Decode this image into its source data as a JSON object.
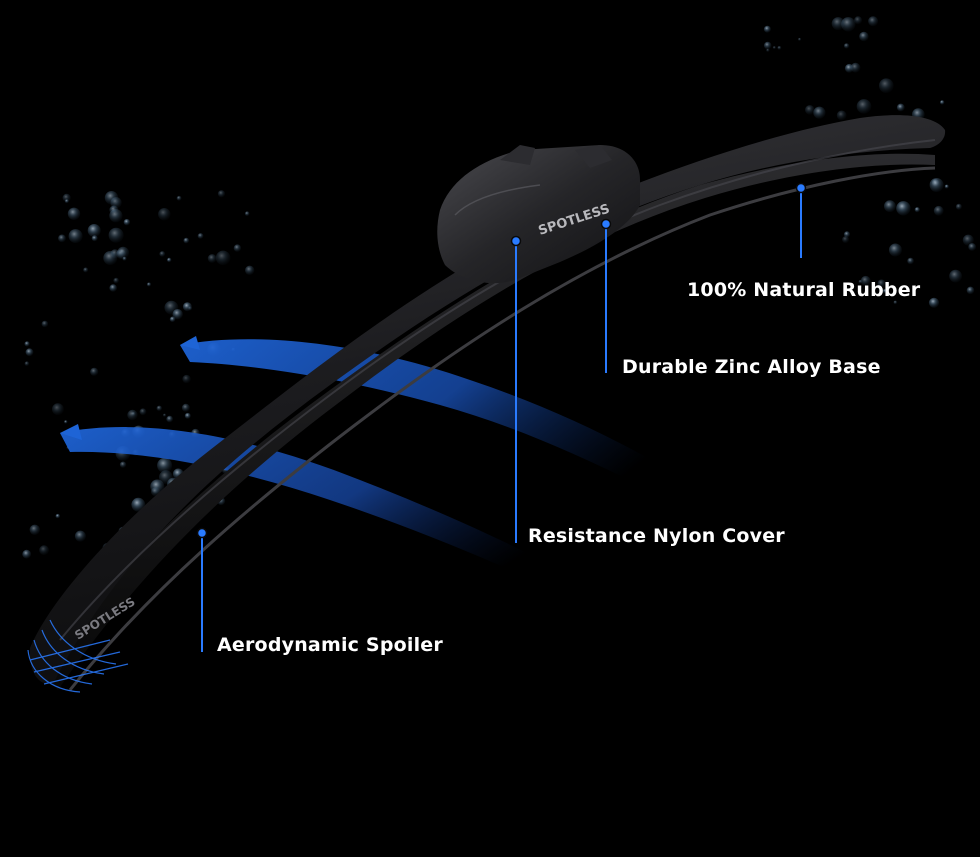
{
  "product": {
    "brand": "SPOTLESS"
  },
  "callouts": {
    "natural_rubber": "100% Natural Rubber",
    "zinc_alloy_base": "Durable Zinc Alloy Base",
    "nylon_cover": "Resistance Nylon Cover",
    "aero_spoiler": "Aerodynamic Spoiler"
  },
  "colors": {
    "background": "#000000",
    "accent_blue": "#1e64d6",
    "callout_line": "#2a7bff",
    "label_text": "#ffffff",
    "blade_body": "#1b1b1d"
  },
  "icons": {
    "airflow": "airflow-arrow-icon",
    "water": "water-droplet-icon"
  }
}
